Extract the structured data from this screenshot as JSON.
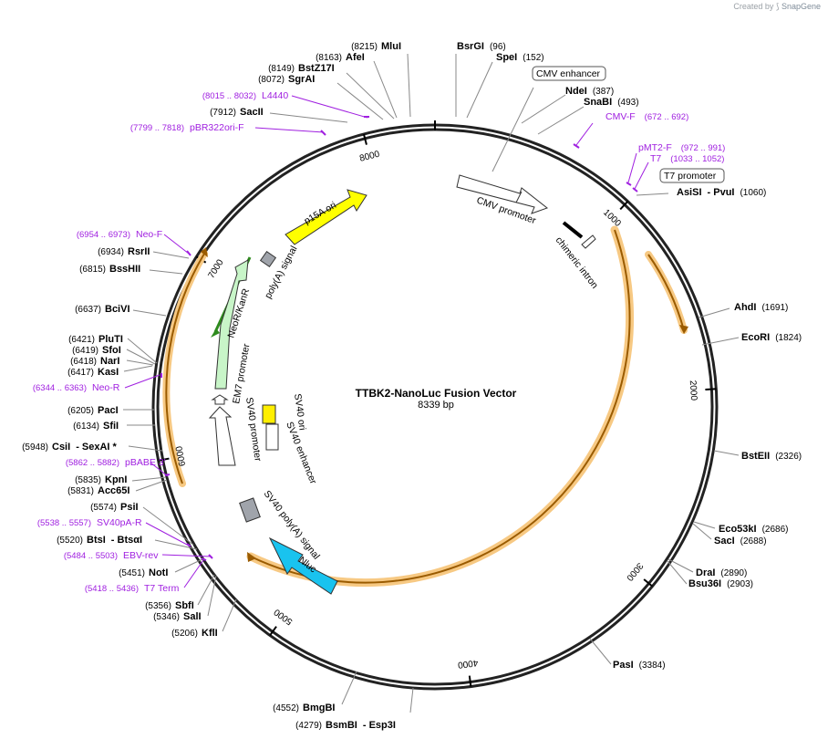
{
  "credit": {
    "prefix": "Created by",
    "brand": "SnapGene"
  },
  "plasmid": {
    "name": "TTBK2-NanoLuc Fusion Vector",
    "length_label": "8339 bp",
    "length": 8339
  },
  "ticks": [
    "1000",
    "2000",
    "3000",
    "4000",
    "5000",
    "6000",
    "7000",
    "8000"
  ],
  "sites": [
    {
      "name": "MluI",
      "pos": "(8215)"
    },
    {
      "name": "BsrGI",
      "pos": "(96)"
    },
    {
      "name": "AfeI",
      "pos": "(8163)"
    },
    {
      "name": "SpeI",
      "pos": "(152)"
    },
    {
      "name": "BstZ17I",
      "pos": "(8149)"
    },
    {
      "name": "SgrAI",
      "pos": "(8072)"
    },
    {
      "name": "NdeI",
      "pos": "(387)"
    },
    {
      "name": "SnaBI",
      "pos": "(493)"
    },
    {
      "name": "SacII",
      "pos": "(7912)"
    },
    {
      "name": "AsiSI",
      "pos": "(1060)",
      "extra": "- PvuI"
    },
    {
      "name": "RsrII",
      "pos": "(6934)"
    },
    {
      "name": "BssHII",
      "pos": "(6815)"
    },
    {
      "name": "BciVI",
      "pos": "(6637)"
    },
    {
      "name": "AhdI",
      "pos": "(1691)"
    },
    {
      "name": "EcoRI",
      "pos": "(1824)"
    },
    {
      "name": "PluTI",
      "pos": "(6421)"
    },
    {
      "name": "SfoI",
      "pos": "(6419)"
    },
    {
      "name": "NarI",
      "pos": "(6418)"
    },
    {
      "name": "KasI",
      "pos": "(6417)"
    },
    {
      "name": "PacI",
      "pos": "(6205)"
    },
    {
      "name": "SfiI",
      "pos": "(6134)"
    },
    {
      "name": "CsiI",
      "pos": "(5948)",
      "extra": "- SexAI *"
    },
    {
      "name": "BstEII",
      "pos": "(2326)"
    },
    {
      "name": "KpnI",
      "pos": "(5835)"
    },
    {
      "name": "Acc65I",
      "pos": "(5831)"
    },
    {
      "name": "PsiI",
      "pos": "(5574)"
    },
    {
      "name": "Eco53kI",
      "pos": "(2686)"
    },
    {
      "name": "SacI",
      "pos": "(2688)"
    },
    {
      "name": "BtsI",
      "pos": "(5520)",
      "extra": "- BtsαI"
    },
    {
      "name": "DraI",
      "pos": "(2890)"
    },
    {
      "name": "Bsu36I",
      "pos": "(2903)"
    },
    {
      "name": "NotI",
      "pos": "(5451)"
    },
    {
      "name": "SbfI",
      "pos": "(5356)"
    },
    {
      "name": "SalI",
      "pos": "(5346)"
    },
    {
      "name": "KflI",
      "pos": "(5206)"
    },
    {
      "name": "PasI",
      "pos": "(3384)"
    },
    {
      "name": "BmgBI",
      "pos": "(4552)"
    },
    {
      "name": "BsmBI",
      "pos": "(4279)",
      "extra": "- Esp3I"
    }
  ],
  "primers": [
    {
      "name": "L4440",
      "pos": "(8015 .. 8032)"
    },
    {
      "name": "pBR322ori-F",
      "pos": "(7799 .. 7818)"
    },
    {
      "name": "CMV-F",
      "pos": "(672 .. 692)"
    },
    {
      "name": "pMT2-F",
      "pos": "(972 .. 991)"
    },
    {
      "name": "T7",
      "pos": "(1033 .. 1052)"
    },
    {
      "name": "Neo-F",
      "pos": "(6954 .. 6973)"
    },
    {
      "name": "Neo-R",
      "pos": "(6344 .. 6363)"
    },
    {
      "name": "pBABE 3'",
      "pos": "(5862 .. 5882)"
    },
    {
      "name": "SV40pA-R",
      "pos": "(5538 .. 5557)"
    },
    {
      "name": "EBV-rev",
      "pos": "(5484 .. 5503)"
    },
    {
      "name": "T7 Term",
      "pos": "(5418 .. 5436)"
    }
  ],
  "boxed_features": [
    "CMV enhancer",
    "T7 promoter"
  ],
  "features": [
    {
      "name": "p15A ori"
    },
    {
      "name": "poly(A) signal"
    },
    {
      "name": "NeoR/KanR"
    },
    {
      "name": "EM7 promoter"
    },
    {
      "name": "SV40 promoter"
    },
    {
      "name": "SV40 ori"
    },
    {
      "name": "SV40 enhancer"
    },
    {
      "name": "SV40 poly(A) signal"
    },
    {
      "name": "Nluc"
    },
    {
      "name": "CMV promoter"
    },
    {
      "name": "chimeric intron"
    }
  ],
  "colors": {
    "backbone": "#222222",
    "orf_halo": "#f7c983",
    "orf_line": "#9a5b00",
    "ori": "#ffff00",
    "neo": "#c8f5c8",
    "neo_dark": "#2e8b1e",
    "nluc": "#19c3ef",
    "polyA": "#a0a4ab",
    "primer": "#a020e0",
    "sv40ori": "#ffef00"
  }
}
